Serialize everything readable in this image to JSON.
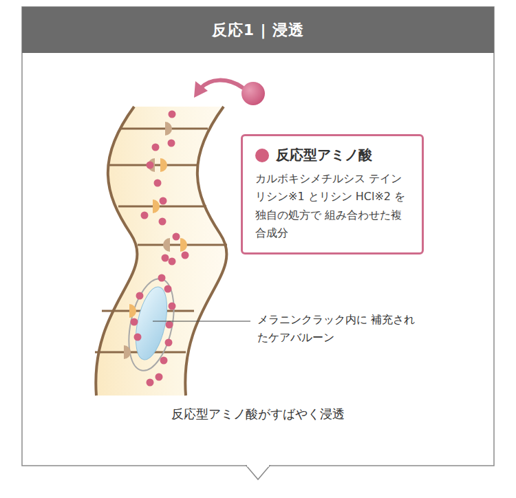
{
  "diagram": {
    "title": "反応1 | 浸透",
    "caption": "反応型アミノ酸がすばやく浸透",
    "nodes": [
      {
        "text": [
          "反応型アミノ酸",
          "カルボキシメチルシス テインリシン※1 とリシン HCl※2 を独自の処方で 組み合わせた複合成分"
        ]
      }
    ],
    "labels": [
      "メラニンクラック内に 補充されたケアバルーン"
    ]
  }
}
